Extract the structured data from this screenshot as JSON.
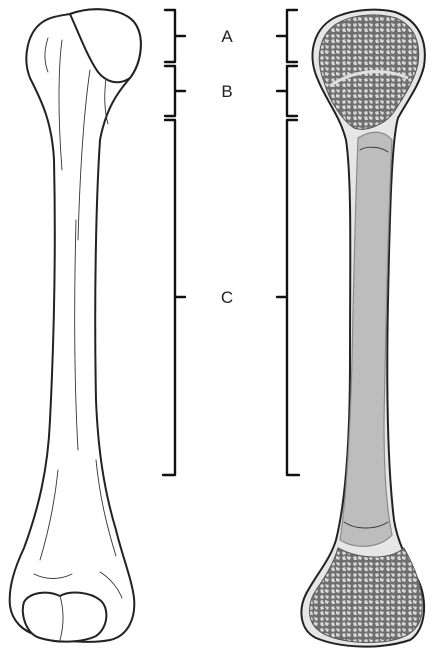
{
  "labels": {
    "a": "A",
    "b": "B",
    "c": "C"
  },
  "colors": {
    "outline": "#222222",
    "cortex": "#e6e6e6",
    "medullary_cavity": "#bdbdbd",
    "spongy_bone_pores": "#6f6f6f",
    "background": "#ffffff"
  }
}
